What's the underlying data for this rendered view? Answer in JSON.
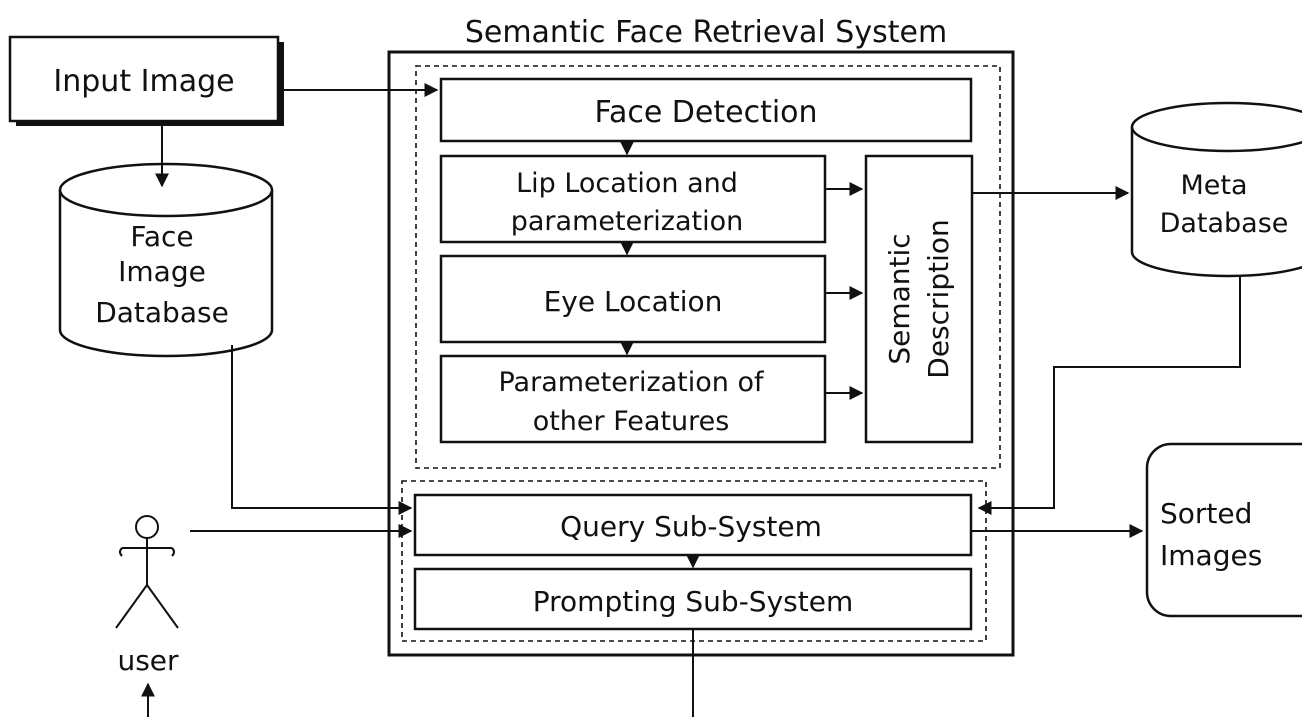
{
  "system_title": "Semantic Face Retrieval System",
  "input_image": "Input Image",
  "face_db": [
    "Face",
    "Image",
    "Database"
  ],
  "modules": {
    "face_detection": "Face Detection",
    "lip": [
      "Lip Location and",
      "parameterization"
    ],
    "eye": "Eye Location",
    "other": [
      "Parameterization of",
      "other Features"
    ],
    "semantic": [
      "Semantic",
      "Description"
    ],
    "query": "Query Sub-System",
    "prompting": "Prompting Sub-System"
  },
  "meta_db": [
    "Meta",
    "Database"
  ],
  "sorted_images": [
    "Sorted",
    "Images"
  ],
  "user": "user",
  "colors": {
    "ink": "#111111",
    "background": "#ffffff"
  }
}
